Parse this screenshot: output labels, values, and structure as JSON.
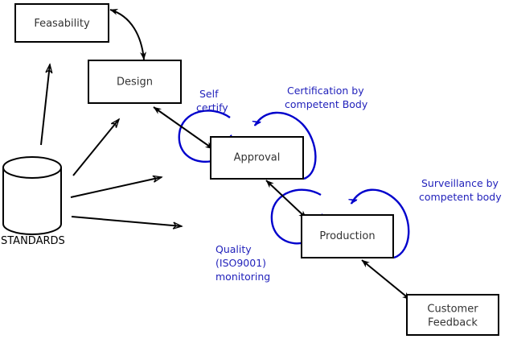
{
  "diagram": {
    "title": "Standards-driven product lifecycle flow diagram",
    "colors": {
      "node_stroke": "#000000",
      "node_fill": "#ffffff",
      "node_text": "#333333",
      "flow_arrow": "#000000",
      "loop_arrow": "#0000cc",
      "annotation_text": "#2222bb",
      "background": "#ffffff"
    },
    "nodes": [
      {
        "id": "feasability",
        "label": "Feasability",
        "shape": "rectangle"
      },
      {
        "id": "design",
        "label": "Design",
        "shape": "rectangle"
      },
      {
        "id": "approval",
        "label": "Approval",
        "shape": "rectangle"
      },
      {
        "id": "production",
        "label": "Production",
        "shape": "rectangle"
      },
      {
        "id": "customer-feedback",
        "label_line1": "Customer",
        "label_line2": "Feedback",
        "shape": "rectangle"
      },
      {
        "id": "standards",
        "label": "STANDARDS",
        "shape": "cylinder"
      }
    ],
    "annotations": [
      {
        "id": "self-certify",
        "line1": "Self",
        "line2": "certify"
      },
      {
        "id": "certification-competent-body",
        "line1": "Certification by",
        "line2": "competent Body"
      },
      {
        "id": "surveillance-competent-body",
        "line1": "Surveillance by",
        "line2": "competent body"
      },
      {
        "id": "quality-monitoring",
        "line1": "Quality",
        "line2": "(ISO9001)",
        "line3": "monitoring"
      }
    ],
    "connections": [
      {
        "id": "feasability-design",
        "from": "feasability",
        "to": "design",
        "style": "curved",
        "arrowheads": "both"
      },
      {
        "id": "design-approval",
        "from": "design",
        "to": "approval",
        "style": "straight",
        "arrowheads": "both"
      },
      {
        "id": "approval-production",
        "from": "approval",
        "to": "production",
        "style": "straight",
        "arrowheads": "both"
      },
      {
        "id": "production-customer-feedback",
        "from": "production",
        "to": "customer-feedback",
        "style": "straight",
        "arrowheads": "both"
      },
      {
        "id": "standards-feasability",
        "from": "standards",
        "to": "feasability",
        "style": "straight",
        "arrowheads": "single"
      },
      {
        "id": "standards-design",
        "from": "standards",
        "to": "design",
        "style": "straight",
        "arrowheads": "single"
      },
      {
        "id": "standards-approval",
        "from": "standards",
        "to": "approval",
        "style": "straight",
        "arrowheads": "single"
      },
      {
        "id": "standards-production",
        "from": "standards",
        "to": "production",
        "style": "straight",
        "arrowheads": "single"
      }
    ],
    "self_loops": [
      {
        "id": "approval-self-certify-loop",
        "target": "approval",
        "side": "left",
        "annotation": "self-certify"
      },
      {
        "id": "approval-certification-loop",
        "target": "approval",
        "side": "right",
        "annotation": "certification-competent-body"
      },
      {
        "id": "production-quality-loop",
        "target": "production",
        "side": "left",
        "annotation": "quality-monitoring"
      },
      {
        "id": "production-surveillance-loop",
        "target": "production",
        "side": "right",
        "annotation": "surveillance-competent-body"
      }
    ]
  }
}
